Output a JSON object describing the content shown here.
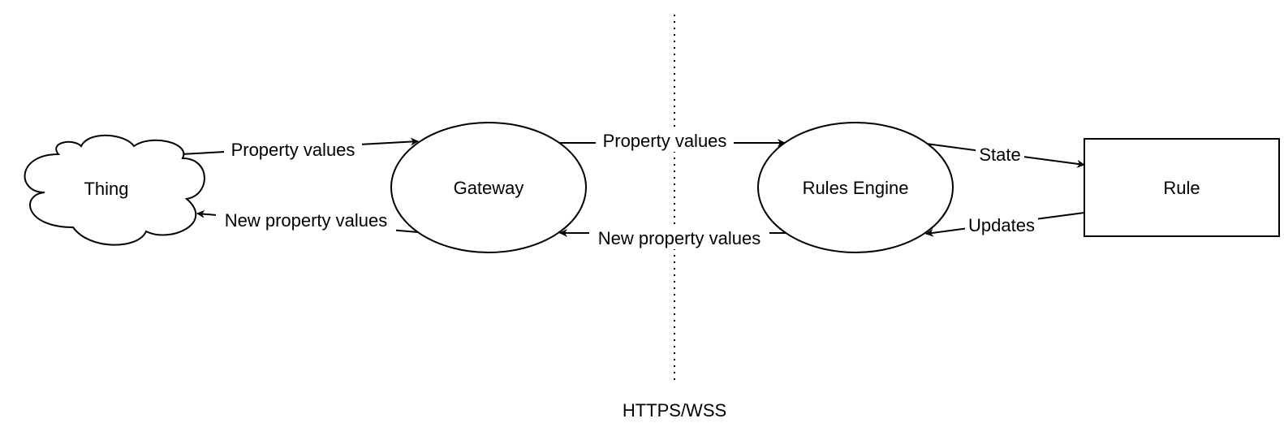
{
  "diagram": {
    "nodes": {
      "thing": {
        "label": "Thing",
        "shape": "cloud"
      },
      "gateway": {
        "label": "Gateway",
        "shape": "ellipse"
      },
      "rules_engine": {
        "label": "Rules Engine",
        "shape": "ellipse"
      },
      "rule": {
        "label": "Rule",
        "shape": "rectangle"
      }
    },
    "edges": {
      "thing_to_gateway": {
        "from": "Thing",
        "to": "Gateway",
        "label": "Property values"
      },
      "gateway_to_thing": {
        "from": "Gateway",
        "to": "Thing",
        "label": "New property values"
      },
      "gateway_to_rules_engine": {
        "from": "Gateway",
        "to": "Rules Engine",
        "label": "Property values"
      },
      "rules_engine_to_gateway": {
        "from": "Rules Engine",
        "to": "Gateway",
        "label": "New property values"
      },
      "rules_engine_to_rule": {
        "from": "Rules Engine",
        "to": "Rule",
        "label": "State"
      },
      "rule_to_rules_engine": {
        "from": "Rule",
        "to": "Rules Engine",
        "label": "Updates"
      }
    },
    "boundary": {
      "label": "HTTPS/WSS",
      "style": "dotted"
    },
    "colors": {
      "stroke": "#000000",
      "fill": "#ffffff",
      "text": "#000000"
    }
  }
}
